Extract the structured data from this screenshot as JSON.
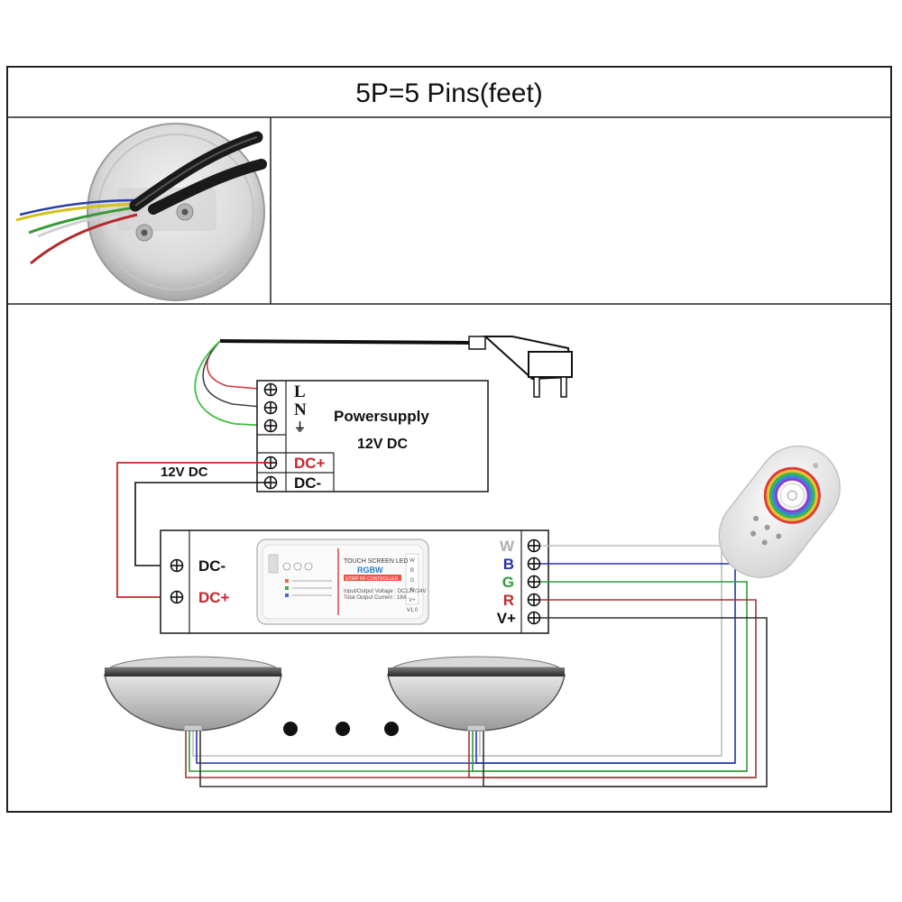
{
  "title": "5P=5 Pins(feet)",
  "power_supply": {
    "terminals": [
      "L",
      "N",
      "⏚"
    ],
    "name": "Powersupply",
    "voltage": "12V DC",
    "dc_plus": "DC+",
    "dc_minus": "DC-"
  },
  "line_label": "12V DC",
  "controller": {
    "dc_minus": "DC-",
    "dc_plus": "DC+",
    "module_title": "TOUCH SCREEN LED",
    "module_brand": "RGBW",
    "module_sub": "STRIP RF CONTROLLER",
    "module_pins": [
      "W",
      "B",
      "G",
      "R",
      "V+"
    ],
    "module_badge": "V1.0",
    "module_input": "Input/Output Voltage : DC12V/24V",
    "module_current": "Total Output Current : 18A",
    "outputs": [
      {
        "label": "W",
        "color": "#bdbdbd"
      },
      {
        "label": "B",
        "color": "#2532a8"
      },
      {
        "label": "G",
        "color": "#2e9b3a"
      },
      {
        "label": "R",
        "color": "#c8262c"
      },
      {
        "label": "V+",
        "color": "#111111"
      }
    ]
  },
  "colors": {
    "border": "#222222",
    "dc_red": "#c8262c",
    "live_wire": "#d33a3a",
    "ground_wire": "#3cc03c",
    "neutral_wire": "#444444"
  }
}
